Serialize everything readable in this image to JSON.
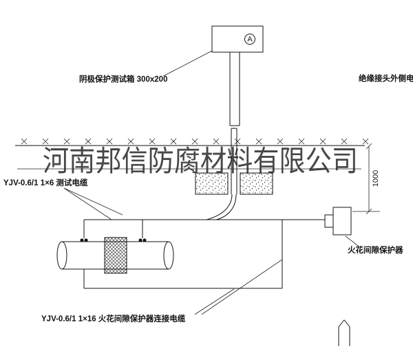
{
  "diagram": {
    "title_box_label": "阴极保护测试箱 300x200",
    "outer_cable_label": "绝缘接头外侧电缆",
    "test_cable_label": "YJV-0.6/1  1×6  测试电缆",
    "spark_gap_label": "火花间隙保护器",
    "spark_gap_cable_label": "YJV-0.6/1  1×16  火花间隙保护器连接电缆",
    "dimension_1000": "1000",
    "ammeter_letter": "A"
  },
  "watermark": {
    "company": "河南邦信防腐材料有限公司"
  },
  "colors": {
    "line": "#111111",
    "watermark": "#2f2f2f",
    "background": "#ffffff"
  }
}
